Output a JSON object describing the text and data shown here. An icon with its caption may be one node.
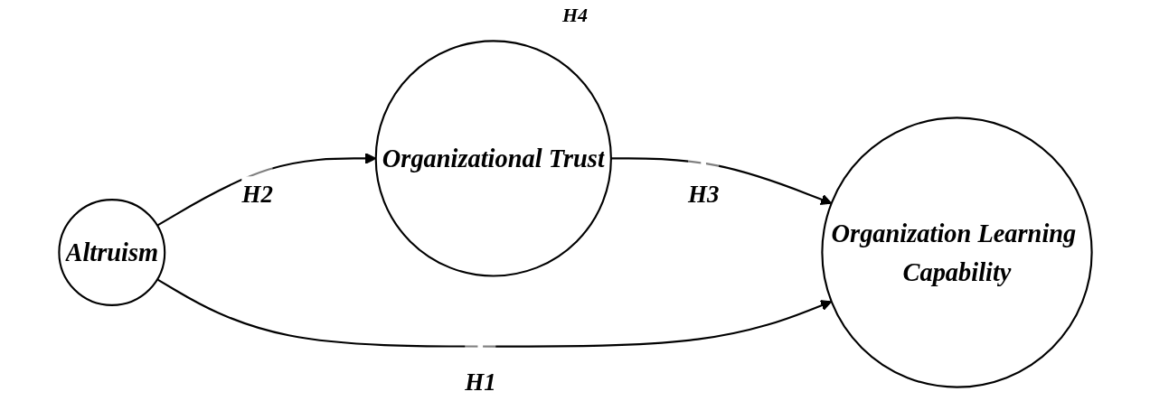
{
  "diagram": {
    "nodes": [
      {
        "text": [
          "Altruism"
        ]
      },
      {
        "text": [
          "Organizational Trust"
        ]
      },
      {
        "text": [
          "Organization Learning Capability"
        ]
      }
    ],
    "edges": [
      {
        "from": 0,
        "to": 1,
        "label": "H2",
        "arrow": "to"
      },
      {
        "from": 1,
        "to": 2,
        "label": "H3",
        "arrow": "to"
      },
      {
        "from": 0,
        "to": 2,
        "label": "H1",
        "arrow": "to"
      }
    ],
    "labels": [
      "H4"
    ]
  }
}
